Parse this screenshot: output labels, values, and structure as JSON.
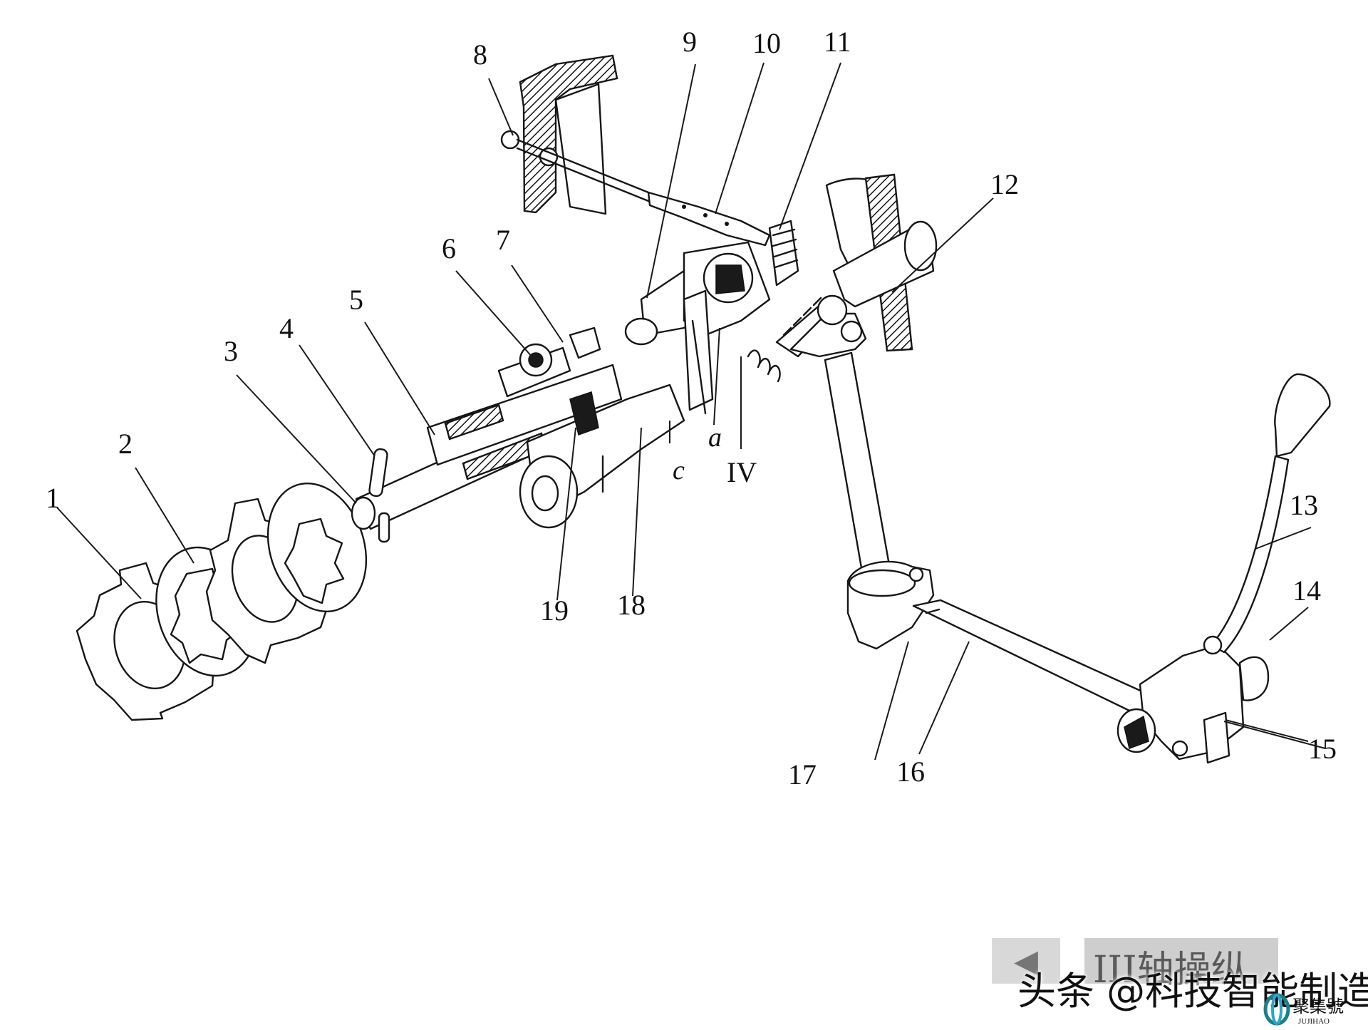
{
  "labels": {
    "l1": "1",
    "l2": "2",
    "l3": "3",
    "l4": "4",
    "l5": "5",
    "l6": "6",
    "l7": "7",
    "l8": "8",
    "l9": "9",
    "l10": "10",
    "l11": "11",
    "l12": "12",
    "l13": "13",
    "l14": "14",
    "l15": "15",
    "l16": "16",
    "l17": "17",
    "l18": "18",
    "l19": "19",
    "a": "a",
    "c": "c",
    "iv": "IV"
  },
  "caption": "III轴操纵",
  "watermark": "头条 @科技智能制造",
  "logo": {
    "cn": "聚集號",
    "en": "JUJIHAO"
  }
}
